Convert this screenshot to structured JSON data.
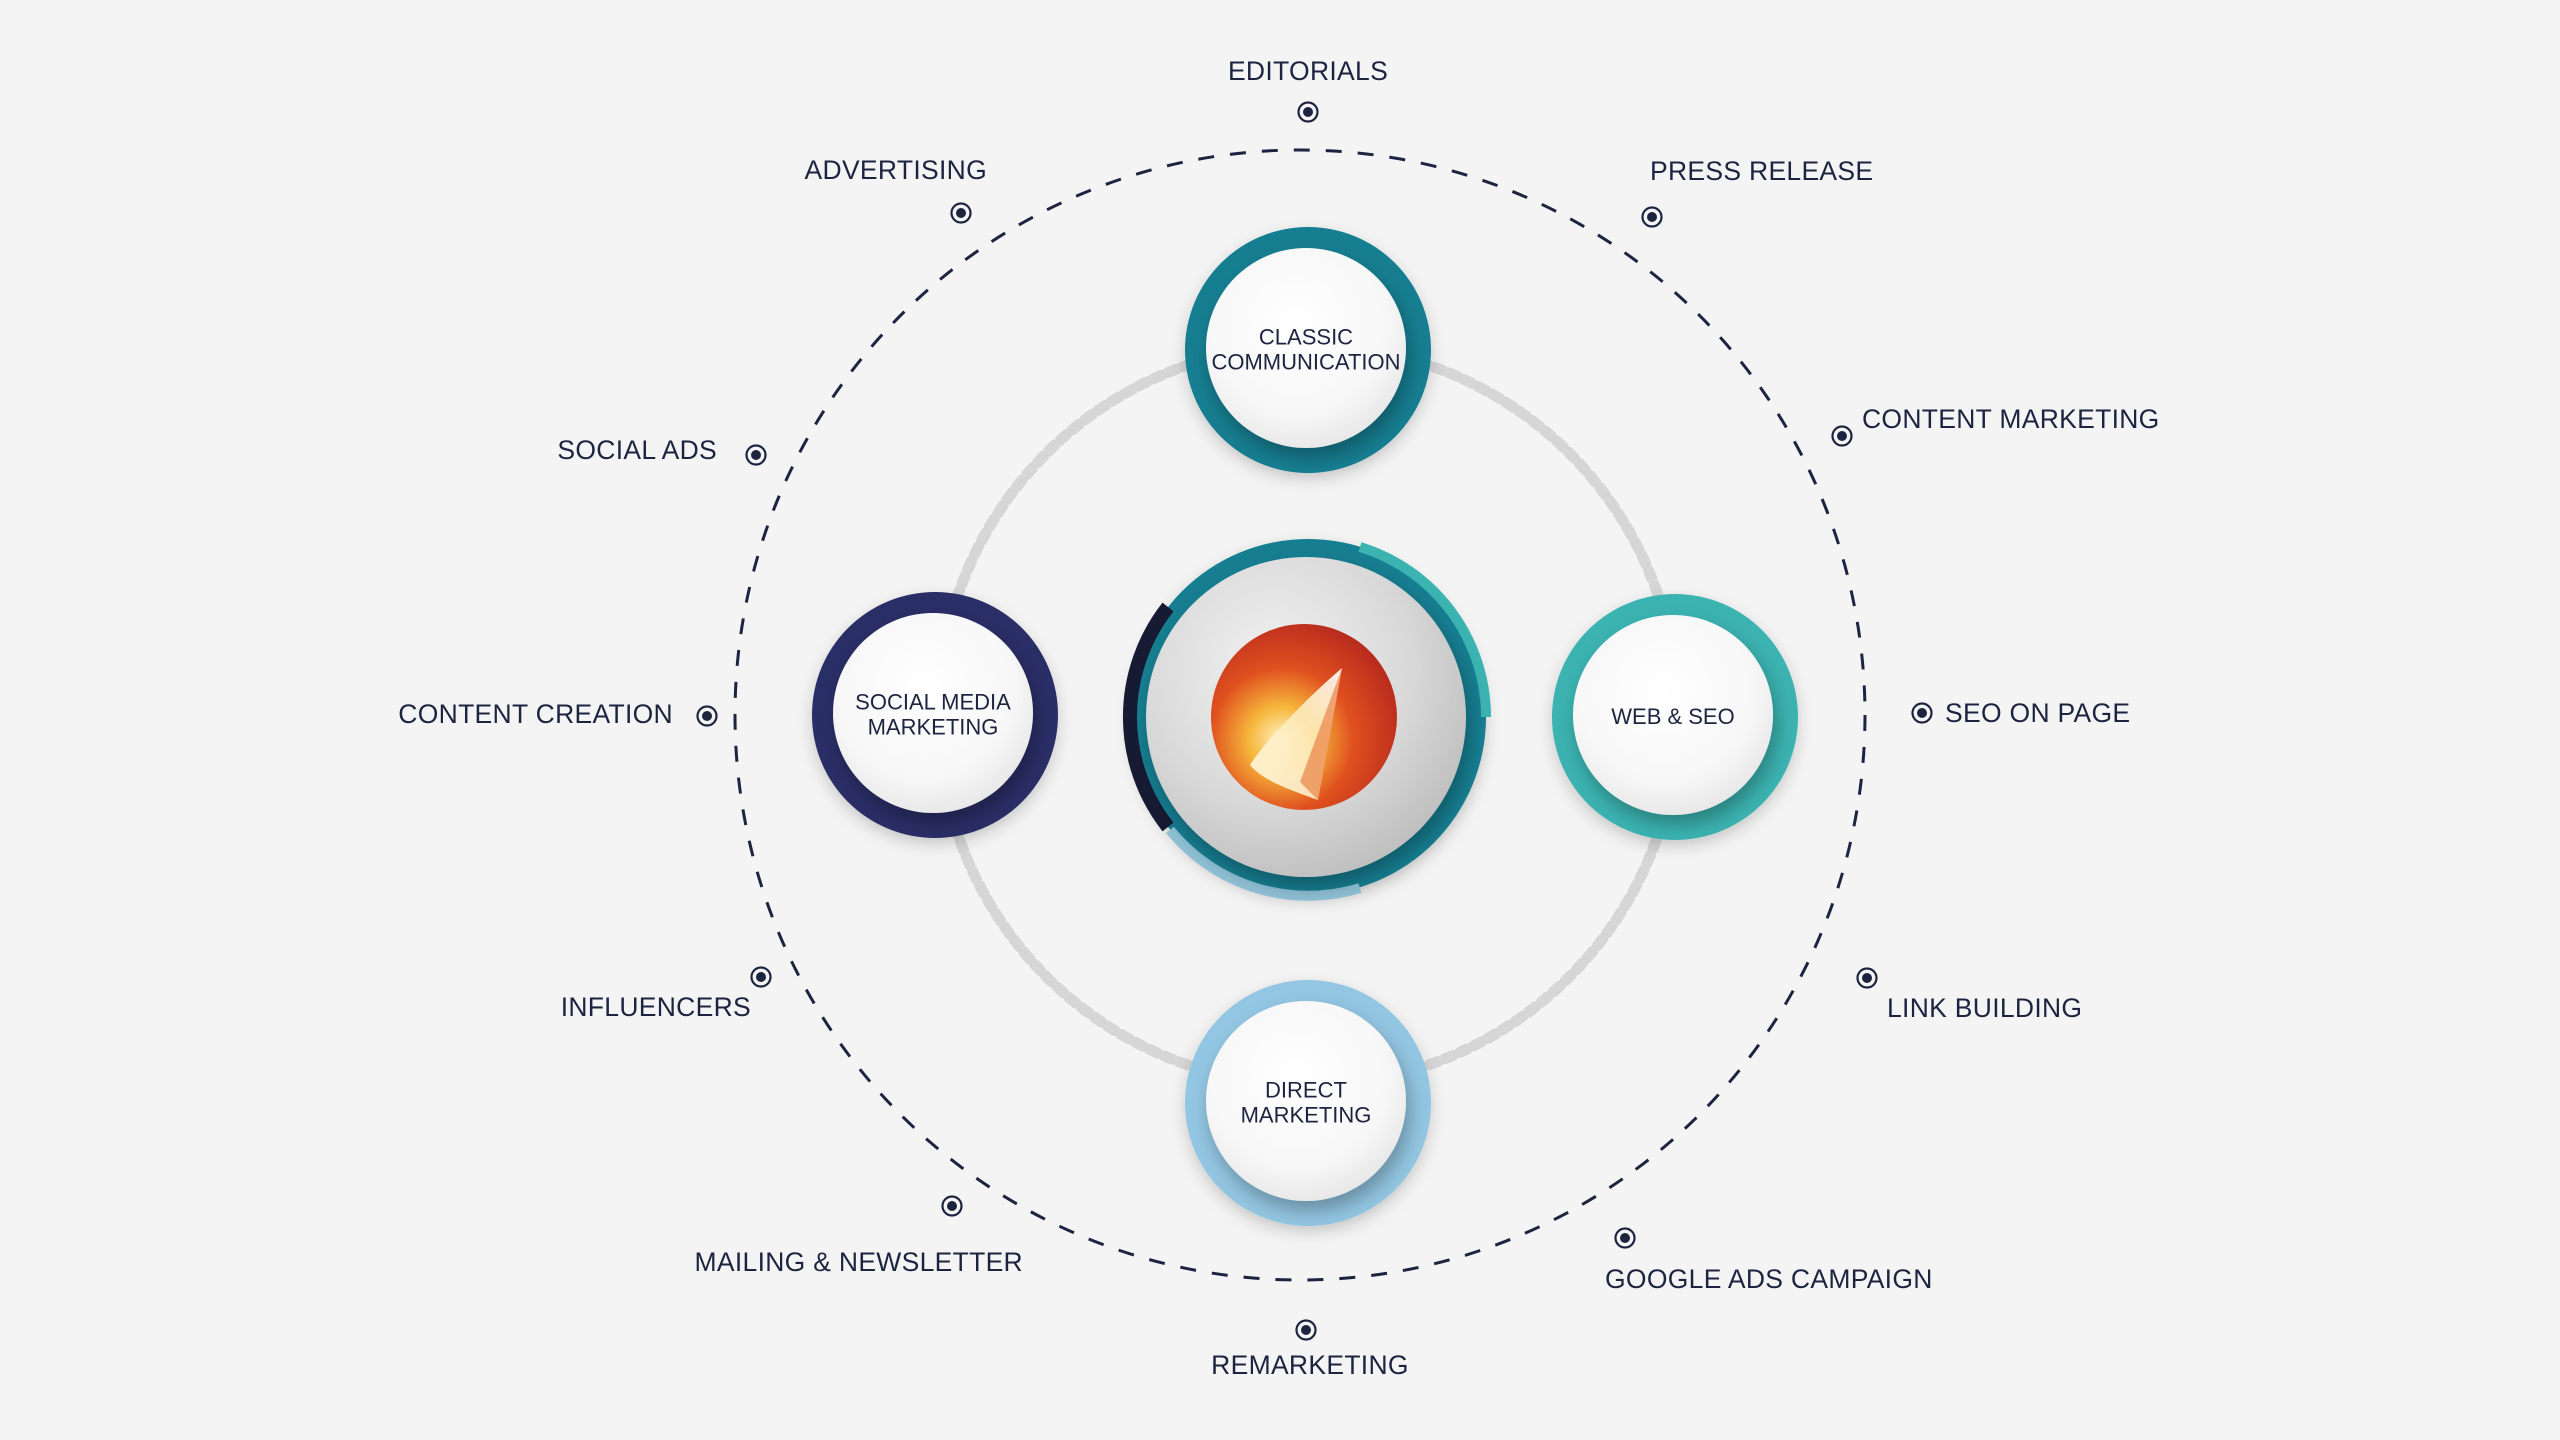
{
  "diagram": {
    "center": {
      "name": "central-logo"
    },
    "nodes": [
      {
        "id": "classic",
        "name": "node-classic-communication",
        "lines": [
          "CLASSIC",
          "COMMUNICATION"
        ],
        "ring_color": "#137e91"
      },
      {
        "id": "social",
        "name": "node-social-media-marketing",
        "lines": [
          "SOCIAL MEDIA",
          "MARKETING"
        ],
        "ring_color": "#2b2e66"
      },
      {
        "id": "web",
        "name": "node-web-seo",
        "lines": [
          "WEB & SEO"
        ],
        "ring_color": "#3bb3b1"
      },
      {
        "id": "direct",
        "name": "node-direct-marketing",
        "lines": [
          "DIRECT",
          "MARKETING"
        ],
        "ring_color": "#93c6e2"
      }
    ],
    "outer_items": [
      {
        "id": "editorials",
        "label": "EDITORIALS"
      },
      {
        "id": "press-release",
        "label": "PRESS RELEASE"
      },
      {
        "id": "content-marketing",
        "label": "CONTENT MARKETING"
      },
      {
        "id": "seo-on-page",
        "label": "SEO  ON PAGE"
      },
      {
        "id": "link-building",
        "label": "LINK BUILDING"
      },
      {
        "id": "google-ads-campaign",
        "label": "GOOGLE ADS CAMPAIGN"
      },
      {
        "id": "remarketing",
        "label": "REMARKETING"
      },
      {
        "id": "mailing-newsletter",
        "label": "MAILING & NEWSLETTER"
      },
      {
        "id": "influencers",
        "label": "INFLUENCERS"
      },
      {
        "id": "content-creation",
        "label": "CONTENT CREATION"
      },
      {
        "id": "social-ads",
        "label": "SOCIAL ADS"
      },
      {
        "id": "advertising",
        "label": "ADVERTISING"
      }
    ],
    "colors": {
      "background": "#f4f4f4",
      "text": "#1d2440",
      "outer_dash": "#1d2440",
      "inner_dash": "#d6d6d6",
      "accent_teal": "#137e91",
      "accent_light_teal": "#3bb3b1",
      "accent_navy": "#2b2e66",
      "accent_sky": "#93c6e2"
    }
  }
}
